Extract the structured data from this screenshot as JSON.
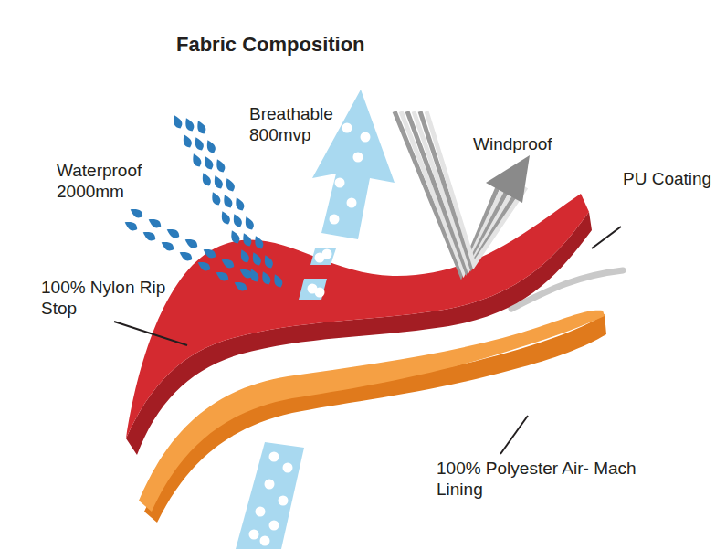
{
  "diagram": {
    "title": "Fabric Composition",
    "labels": [
      "Waterproof 2000mm",
      "Breathable 800mvp",
      "Windproof",
      "PU Coating",
      "100% Nylon Rip Stop",
      "100% Polyester Air- Mach Lining"
    ]
  }
}
